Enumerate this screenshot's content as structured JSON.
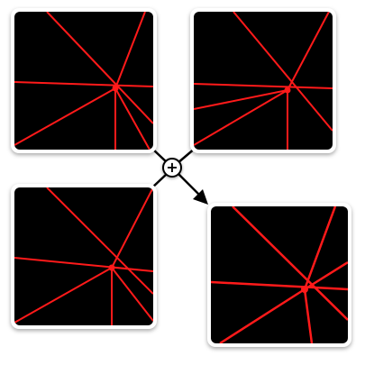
{
  "canvas": {
    "background": "#ffffff"
  },
  "colors": {
    "line": "#ff1a1a",
    "screen": "#000000",
    "frame": "#ffffff",
    "connector": "#000000"
  },
  "tiles": [
    {
      "name": "source-image-top-left"
    },
    {
      "name": "source-image-top-right"
    },
    {
      "name": "source-image-bottom-left"
    },
    {
      "name": "result-image"
    }
  ],
  "merge_button": {
    "symbol": "+",
    "icon": "plus-icon"
  },
  "output_arrow": {
    "icon": "arrow-down-right-icon"
  }
}
